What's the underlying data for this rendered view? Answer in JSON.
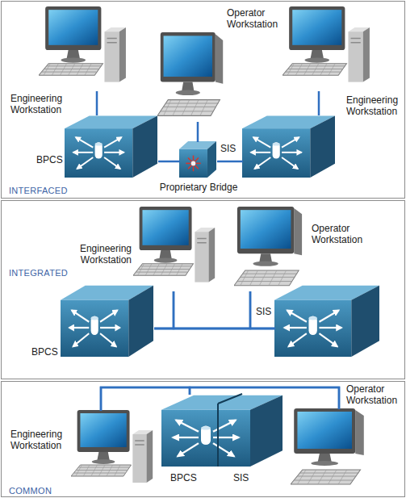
{
  "diagram": {
    "nodes": [
      {
        "text": [
          "INTERFACED"
        ]
      },
      {
        "text": [
          "Engineering Workstation"
        ],
        "in": 0
      },
      {
        "text": [
          "Operator Workstation"
        ],
        "in": 0
      },
      {
        "text": [
          "Engineering Workstation"
        ],
        "in": 0
      },
      {
        "text": [
          "BPCS"
        ],
        "in": 0
      },
      {
        "text": [
          "Proprietary Bridge"
        ],
        "in": 0
      },
      {
        "text": [
          "SIS"
        ],
        "in": 0
      },
      {
        "text": [
          "INTEGRATED"
        ]
      },
      {
        "text": [
          "Engineering Workstation"
        ],
        "in": 7
      },
      {
        "text": [
          "Operator Workstation"
        ],
        "in": 7
      },
      {
        "text": [
          "BPCS"
        ],
        "in": 7
      },
      {
        "text": [
          "SIS"
        ],
        "in": 7
      },
      {
        "text": [
          "COMMON"
        ]
      },
      {
        "text": [
          "Engineering Workstation"
        ],
        "in": 12
      },
      {
        "text": [
          "BPCS"
        ],
        "in": 12
      },
      {
        "text": [
          "SIS"
        ],
        "in": 12
      },
      {
        "text": [
          "Operator Workstation"
        ],
        "in": 12
      }
    ],
    "edges": [
      {
        "from": 1,
        "to": 4,
        "arrow": "none"
      },
      {
        "from": 4,
        "to": 5,
        "arrow": "none"
      },
      {
        "from": 5,
        "to": 6,
        "arrow": "none"
      },
      {
        "from": 2,
        "to": 5,
        "arrow": "none"
      },
      {
        "from": 3,
        "to": 6,
        "arrow": "none"
      },
      {
        "from": 10,
        "to": 11,
        "arrow": "none"
      },
      {
        "from": 8,
        "to": 10,
        "arrow": "none"
      },
      {
        "from": 8,
        "to": 11,
        "arrow": "none"
      },
      {
        "from": 9,
        "to": 10,
        "arrow": "none"
      },
      {
        "from": 9,
        "to": 11,
        "arrow": "none"
      },
      {
        "from": 13,
        "to": 16,
        "arrow": "none"
      },
      {
        "from": 13,
        "to": 14,
        "arrow": "none"
      },
      {
        "from": 16,
        "to": 14,
        "arrow": "none"
      }
    ]
  }
}
